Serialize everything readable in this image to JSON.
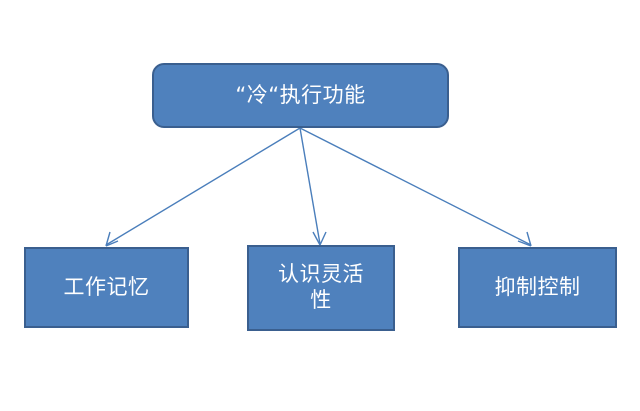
{
  "diagram": {
    "title_node": {
      "id": "cool-executive-function",
      "label": "“冷“执行功能",
      "shape": "rounded-rectangle"
    },
    "children": [
      {
        "id": "working-memory",
        "label": "工作记忆",
        "shape": "rectangle"
      },
      {
        "id": "cognitive-flexibility",
        "label": "认识灵活\n性",
        "shape": "rectangle"
      },
      {
        "id": "inhibitory-control",
        "label": "抑制控制",
        "shape": "rectangle"
      }
    ],
    "connectors": [
      {
        "id": "root-to-working-memory",
        "from": "cool-executive-function",
        "to": "working-memory",
        "style": "single-arrow"
      },
      {
        "id": "root-to-cognitive-flexibility",
        "from": "cool-executive-function",
        "to": "cognitive-flexibility",
        "style": "single-arrow"
      },
      {
        "id": "root-to-inhibitory-control",
        "from": "cool-executive-function",
        "to": "inhibitory-control",
        "style": "single-arrow"
      }
    ],
    "colors": {
      "node_fill": "#4f81bd",
      "node_border": "#3a5f8f",
      "node_text": "#ffffff",
      "connector": "#4a7ebb",
      "background": "#ffffff"
    }
  }
}
